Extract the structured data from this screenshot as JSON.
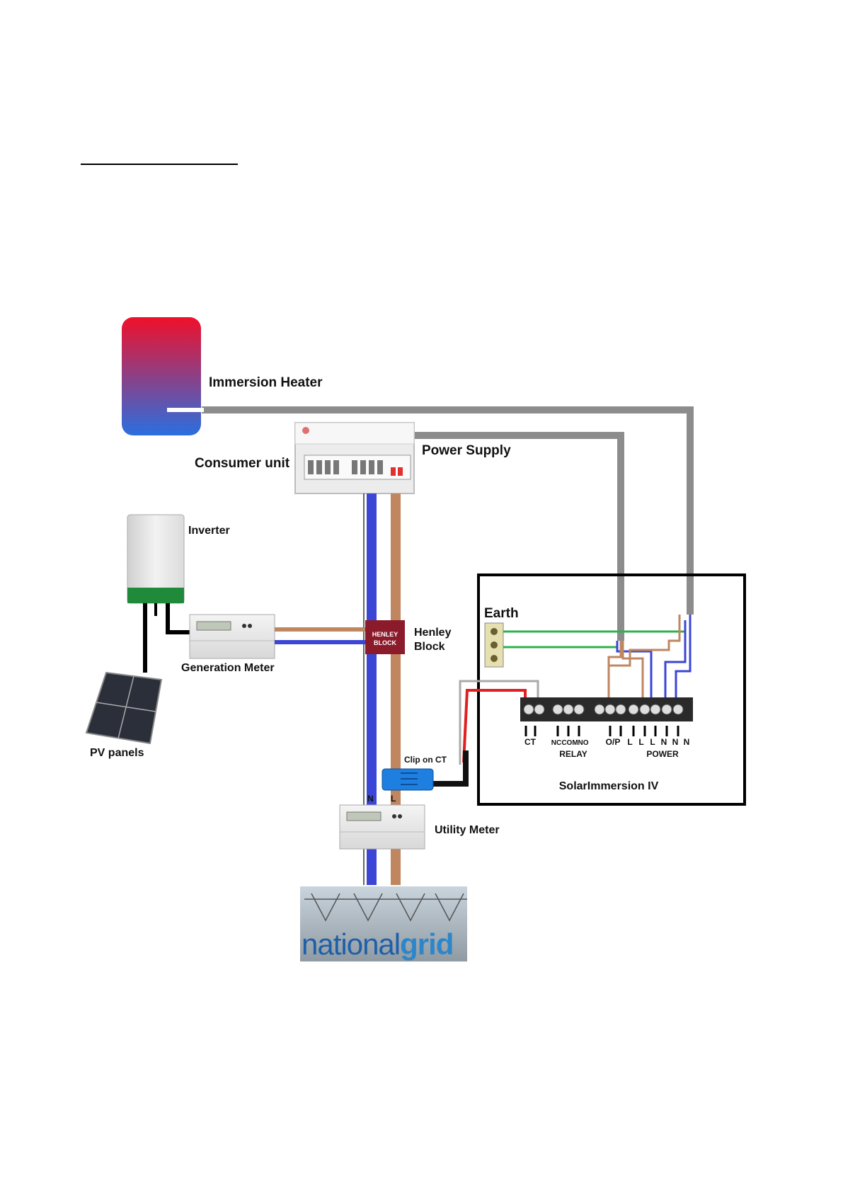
{
  "header": {
    "rule_color": "#000000"
  },
  "colors": {
    "neutral": "#3b46d6",
    "live": "#c08660",
    "earth": "#2fb24a",
    "cable_grey": "#8c8c8c",
    "ct_red": "#e02020",
    "ct_black": "#111111",
    "henley": "#8b1a2a",
    "heater_top": "#f0102a",
    "heater_bottom": "#2a6fe0",
    "logo_blue": "#1f5fa8",
    "logo_grid": "#2e86c8"
  },
  "labels": {
    "immersion_heater": "Immersion Heater",
    "power_supply": "Power Supply",
    "consumer_unit": "Consumer unit",
    "inverter": "Inverter",
    "earth": "Earth",
    "henley_line1": "Henley",
    "henley_line2": "Block",
    "henley_box_line1": "HENLEY",
    "henley_box_line2": "BLOCK",
    "generation_meter": "Generation Meter",
    "pv_panels": "PV panels",
    "clip_on_ct": "Clip on CT",
    "utility_meter": "Utility Meter",
    "device_name": "SolarImmersion IV",
    "relay": "RELAY",
    "power": "POWER",
    "n_marker": "N",
    "l_marker": "L"
  },
  "terminals": {
    "ct": "CT",
    "relay": [
      "NC",
      "COM",
      "NO"
    ],
    "power": [
      "O/P",
      "L",
      "L",
      "L",
      "N",
      "N",
      "N"
    ]
  },
  "logo": {
    "part1": "national",
    "part2": "grid"
  }
}
